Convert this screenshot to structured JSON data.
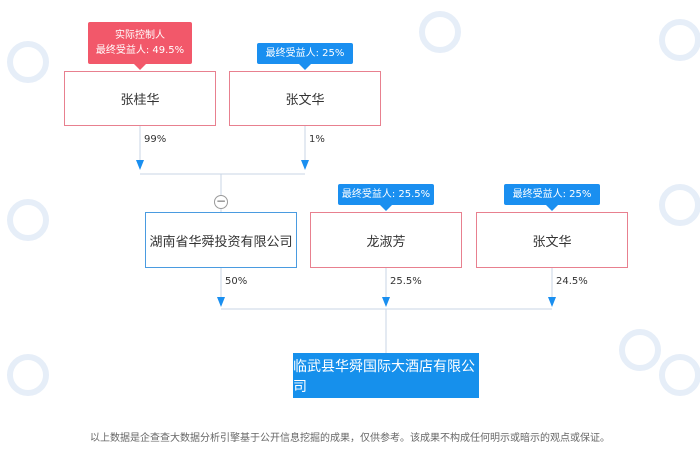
{
  "diagram": {
    "shareholders_top": [
      {
        "name": "张桂华",
        "tag_lines": [
          "实际控制人",
          "最终受益人: 49.5%"
        ],
        "tag_color": "#f2586a",
        "percent": "99%"
      },
      {
        "name": "张文华",
        "tag_lines": [
          "最终受益人: 25%"
        ],
        "tag_color": "#1a8ff0",
        "percent": "1%"
      }
    ],
    "shareholders_bottom": [
      {
        "name": "湖南省华舜投资有限公司",
        "percent": "50%",
        "collapse_symbol": "−"
      },
      {
        "name": "龙淑芳",
        "tag_lines": [
          "最终受益人: 25.5%"
        ],
        "tag_color": "#1a8ff0",
        "percent": "25.5%"
      },
      {
        "name": "张文华",
        "tag_lines": [
          "最终受益人: 25%"
        ],
        "tag_color": "#1a8ff0",
        "percent": "24.5%"
      }
    ],
    "target_company": "临武县华舜国际大酒店有限公司",
    "footer_note": "以上数据是企查查大数据分析引擎基于公开信息挖掘的成果，仅供参考。该成果不构成任何明示或暗示的观点或保证。"
  },
  "colors": {
    "line": "#c9d6e6",
    "arrow": "#1a8ff0",
    "person_border": "#e8808f",
    "company_border": "#4a9be0",
    "target_bg": "#1690ec",
    "watermark": "#e6eef8"
  }
}
